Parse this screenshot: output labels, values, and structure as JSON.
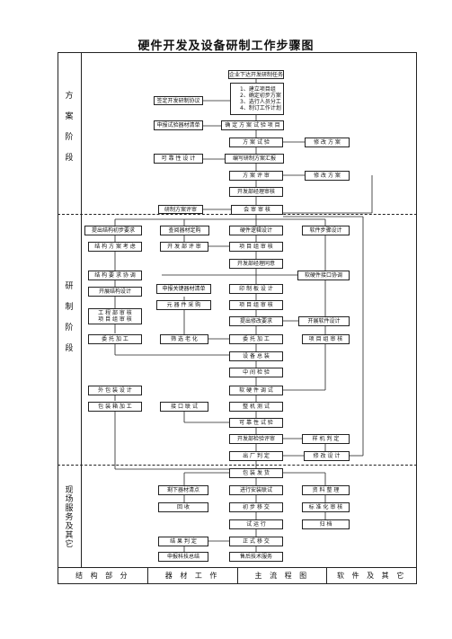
{
  "title": "硬件开发及设备研制工作步骤图",
  "phases": {
    "plan": "方\n案\n阶\n段",
    "develop": "研\n制\n阶\n段",
    "service": "现\n场\n服\n务\n及\n其\n它"
  },
  "boxes": {
    "b1": "企业下达开发研制任务",
    "b2": "1、建立项目组\n2、确定初步方案\n3、选行人员分工\n4、制订工作计划",
    "b3": "签定开发研制协议",
    "b4": "申报试验器材清单",
    "b5": "确 定 方 案 试 验 项 目",
    "b6": "方  案  试  验",
    "b7": "修  改  方  案",
    "b8": "可  靠  性  设  计",
    "b9": "编写研制方案汇报",
    "b10": "方  案  评  审",
    "b11": "修  改  方  案",
    "b12": "开发部经理审核",
    "b13": "研制方案评审",
    "b14": "会  审  审  核",
    "b15": "提出结构初步要求",
    "b16": "查阅器材定购",
    "b17": "硬件逻辑设计",
    "b18": "软件步骤设计",
    "b19": "结 构 方 案 考 虑",
    "b20": "开  发  部  评  审",
    "b21": "项  目  组  审  核",
    "b22": "开发部经理同意",
    "b23": "结 构 要 求 协 调",
    "b24": "软硬件接口协调",
    "b25": "开展结构设计",
    "b26": "申报关键器材清单",
    "b27": "印  制  板  设  计",
    "b28": "工  程  部  审  核\n项  目  组  审  核",
    "b29": "元  器  件  采  购",
    "b30": "项  目  组  审  核",
    "b31": "提出修改要求",
    "b32": "开展软件设计",
    "b33": "委  托  加  工",
    "b34": "筛  选  老  化",
    "b35": "委  托  加  工",
    "b36": "项  目  组  审  核",
    "b37": "设  备  总  装",
    "b38": "中  间  检  验",
    "b39": "外 包 装 设 计",
    "b40": "软  硬  件  调  试",
    "b41": "包 装 箱 加 工",
    "b42": "接  口  联  试",
    "b43": "整  机  测  试",
    "b44": "可  靠  性  试  验",
    "b45": "开发部检验评审",
    "b46": "样  机  判  定",
    "b47": "出  厂  判  定",
    "b48": "修  改  设  计",
    "b49": "包  装  发  货",
    "b50": "剩下器材清点",
    "b51": "进行安装联试",
    "b52": "资  料  整  理",
    "b53": "回          收",
    "b54": "初  步  移  交",
    "b55": "标 准 化 审 核",
    "b56": "试        运        行",
    "b57": "归          档",
    "b58": "结  果  判  定",
    "b59": "正  式  移  交",
    "b60": "申报科技总结",
    "b61": "售后技术服务"
  },
  "footer": {
    "col1": "结 构 部 分",
    "col2": "器 材 工 作",
    "col3": "主 流 程 图",
    "col4": "软 件 及 其 它"
  }
}
